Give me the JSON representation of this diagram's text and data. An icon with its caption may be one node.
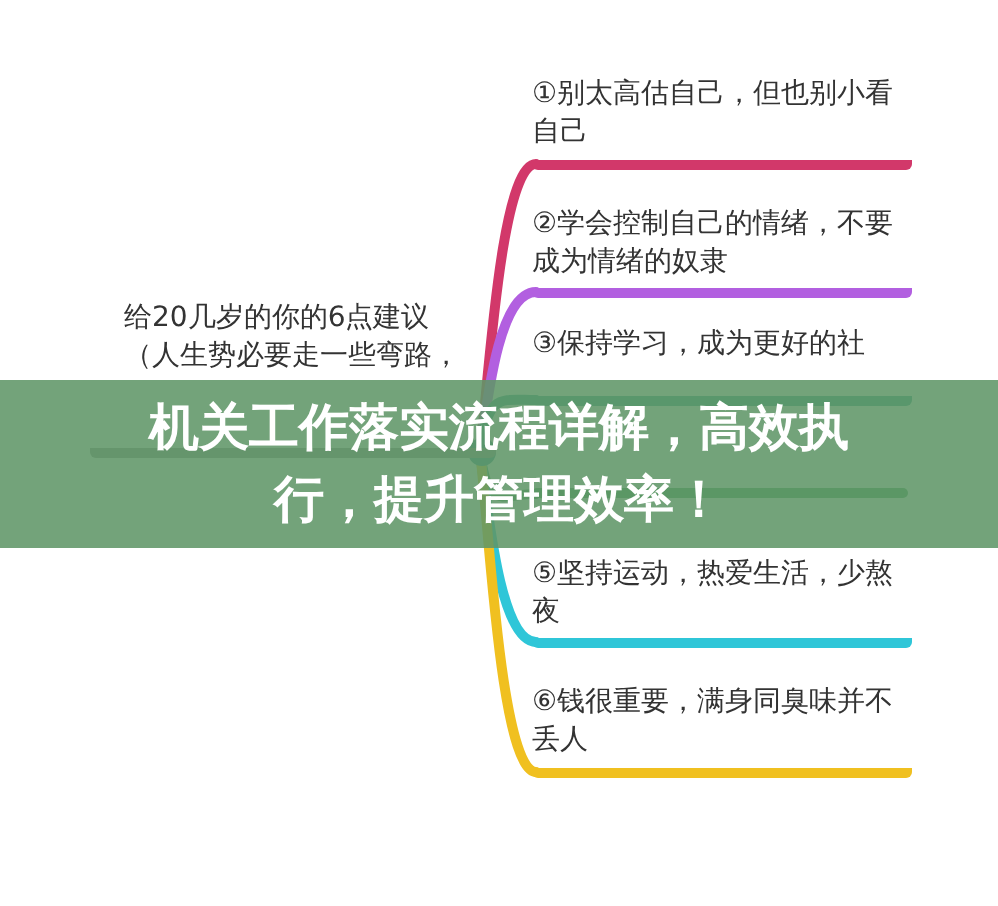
{
  "diagram": {
    "title": "机关工作落实流程详解，高效执行，提升管理效率！",
    "nodes": [
      {
        "text": [
          "给20几岁的你的6点建议",
          "（人生势必要走一些弯路，"
        ]
      },
      {
        "text": [
          "①别太高估自己，但也别小看自己"
        ]
      },
      {
        "text": [
          "②学会控制自己的情绪，不要成为情绪的奴隶"
        ]
      },
      {
        "text": [
          "③保持学习，成为更好的社"
        ]
      },
      {
        "text": [],
        "shape": "bar"
      },
      {
        "text": [
          "⑤坚持运动，热爱生活，少熬夜"
        ]
      },
      {
        "text": [
          "⑥钱很重要，满身同臭味并不丢人"
        ]
      }
    ],
    "edges": [
      {
        "from": 0,
        "to": 1,
        "arrow": "none",
        "color": "#d2386a"
      },
      {
        "from": 0,
        "to": 2,
        "arrow": "none",
        "color": "#b25fe0"
      },
      {
        "from": 0,
        "to": 3,
        "arrow": "none",
        "color": "#2a9a8c"
      },
      {
        "from": 0,
        "to": 4,
        "arrow": "none",
        "color": "#3b9a52"
      },
      {
        "from": 0,
        "to": 5,
        "arrow": "none",
        "color": "#2fc6d8"
      },
      {
        "from": 0,
        "to": 6,
        "arrow": "none",
        "color": "#f0c020"
      }
    ]
  }
}
